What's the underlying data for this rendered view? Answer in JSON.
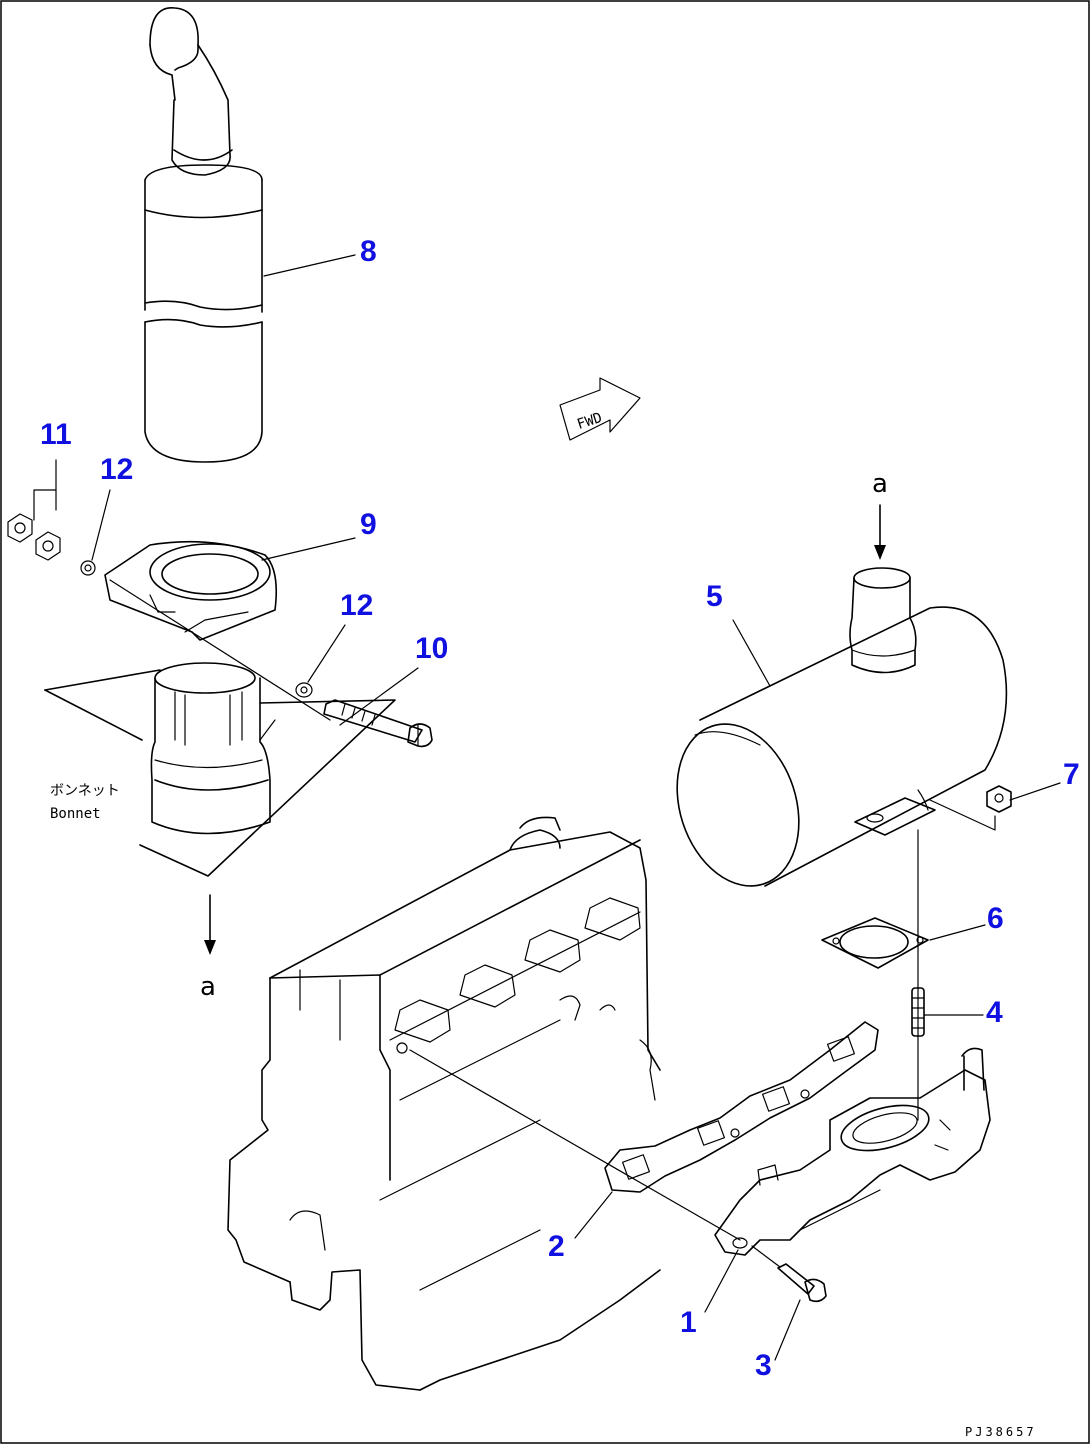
{
  "callouts": {
    "c1": "1",
    "c2": "2",
    "c3": "3",
    "c4": "4",
    "c5": "5",
    "c6": "6",
    "c7": "7",
    "c8": "8",
    "c9": "9",
    "c10": "10",
    "c11": "11",
    "c12a": "12",
    "c12b": "12"
  },
  "marks": {
    "a_top": "a",
    "a_bottom": "a"
  },
  "fwd_label": "FWD",
  "bonnet_jp": "ボンネット",
  "bonnet_en": "Bonnet",
  "drawing_number": "PJ38657",
  "colors": {
    "callout": "#1010e0",
    "line": "#000000",
    "background": "#ffffff"
  }
}
